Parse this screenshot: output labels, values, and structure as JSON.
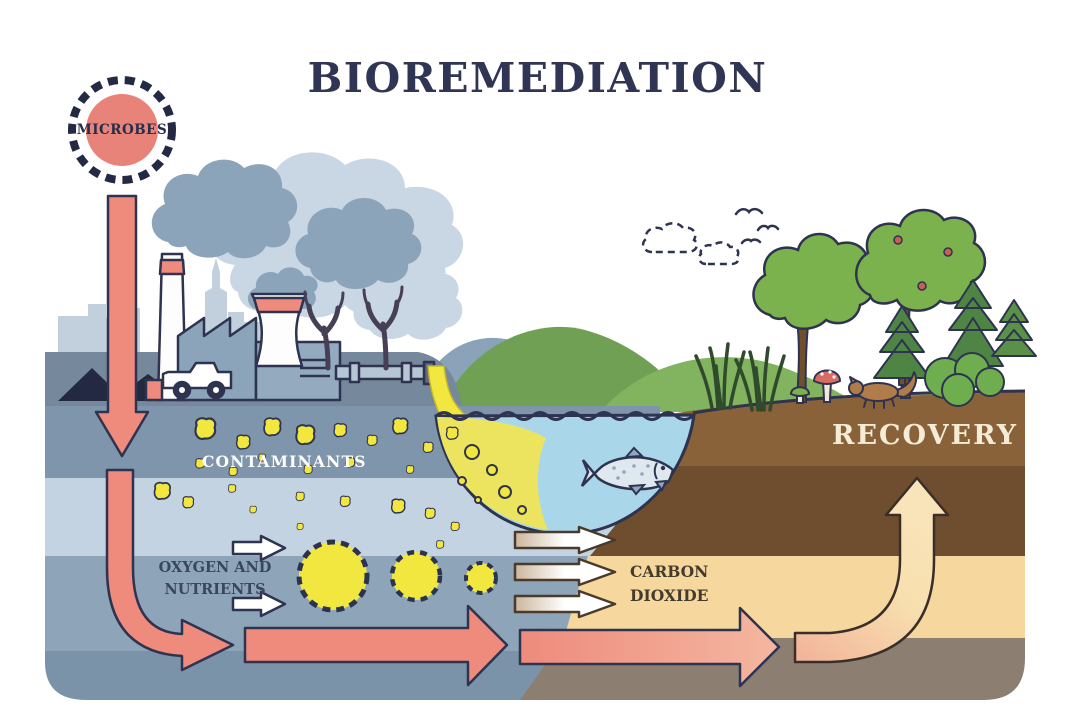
{
  "title": "BIOREMEDIATION",
  "labels": {
    "microbes": "MICROBES",
    "contaminants": "CONTAMINANTS",
    "oxygen_and_nutrients": "OXYGEN AND NUTRIENTS",
    "carbon_dioxide": "CARBON DIOXIDE",
    "recovery": "RECOVERY"
  },
  "diagram": {
    "type": "process-illustration",
    "flow_arrows": [
      {
        "name": "microbes-injection-arrow",
        "direction": "down",
        "color": "#ee8b7d"
      },
      {
        "name": "underground-bend-arrow",
        "direction": "down-then-right",
        "color": "#ee8b7d"
      },
      {
        "name": "underground-flow-arrow",
        "direction": "right",
        "color": "#ee8b7d"
      },
      {
        "name": "fading-flow-arrow",
        "direction": "right",
        "color": "#f2b49b"
      },
      {
        "name": "recovery-rise-arrow",
        "direction": "right-then-up",
        "color": "#f8dfae"
      }
    ],
    "small_arrows": [
      {
        "name": "oxygen-nutrients-inflow",
        "count": 2,
        "direction": "right",
        "fill": "#ffffff"
      },
      {
        "name": "carbon-dioxide-outflow",
        "count": 3,
        "direction": "right",
        "fill": "#ffffff"
      }
    ],
    "icons": [
      "microbe-ring-icon",
      "factory-icon",
      "chimney-icon",
      "cooling-tower-icon",
      "truck-icon",
      "pipe-icon",
      "dead-tree-icon",
      "coal-pile-icon",
      "smoke-icon",
      "pond-icon",
      "fish-icon",
      "contaminant-blob-icon",
      "microbe-colony-blob-icon",
      "tree-icon",
      "pine-tree-icon",
      "bush-icon",
      "reed-icon",
      "mushroom-icon",
      "fox-icon",
      "bird-icon",
      "cloud-icon"
    ]
  },
  "colors": {
    "title_text": "#2f3553",
    "outline_dark": "#2e3350",
    "microbes_fill": "#e8837a",
    "arrow_coral": "#ee8b7d",
    "arrow_peach": "#f2b49b",
    "arrow_cream": "#f8dfae",
    "contaminant_yellow": "#f2e73e",
    "soil_surface_gray": "#76889b",
    "soil_band_slate": "#7e95ac",
    "soil_band_light_blue": "#c4d3e1",
    "soil_band_mid_blue": "#8ea5b9",
    "soil_band_bottom_blue": "#7b93a8",
    "smoke_light": "#c9d6e3",
    "smoke_mid": "#8ca4ba",
    "pond_water_blue": "#aad6ea",
    "pond_polluted_yellow": "#ece45e",
    "soil_brown": "#8a6239",
    "soil_brown_dark": "#6f4e2f",
    "soil_tan": "#f6d79e",
    "soil_gray_brown": "#8c7f72",
    "hill_green": "#6fa054",
    "hill_green_light": "#82b35f",
    "grass_green": "#9cc873",
    "tree_green": "#7cb24d",
    "recovery_text": "#f5ecd7",
    "contaminants_text": "#ffffff",
    "oxygen_text": "#39465f",
    "carbon_dioxide_text": "#443b2c"
  }
}
